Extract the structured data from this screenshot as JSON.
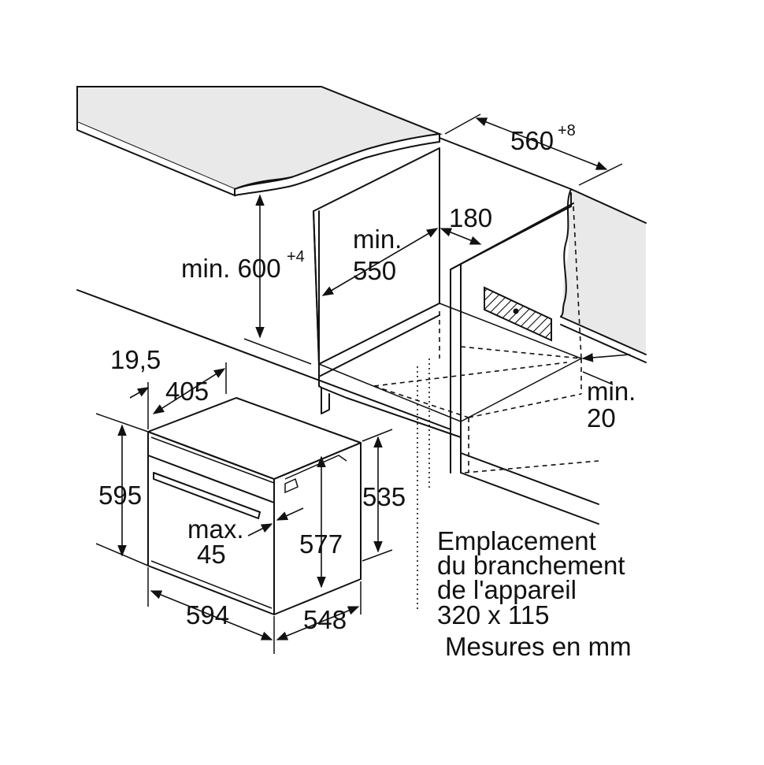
{
  "labels": {
    "niche_width": "560",
    "niche_width_tol": "+8",
    "cutout_depth": "180",
    "niche_depth_min_1": "min.",
    "niche_depth_min_2": "550",
    "height_min": "min. 600",
    "height_tol": "+4",
    "gap_min_1": "min.",
    "gap_min_2": "20",
    "front_thickness": "19,5",
    "oven_depth_front": "405",
    "oven_height": "595",
    "body_height": "535",
    "inner_height": "577",
    "handle_max_1": "max.",
    "handle_max_2": "45",
    "oven_width": "594",
    "oven_depth": "548",
    "connection_1": "Emplacement",
    "connection_2": "du branchement",
    "connection_3": "de l'appareil",
    "connection_4": "320 x 115",
    "units": "Mesures en mm"
  },
  "colors": {
    "countertop_fill": "#e9e9e9",
    "line": "#111111",
    "hatch": "#111111"
  }
}
